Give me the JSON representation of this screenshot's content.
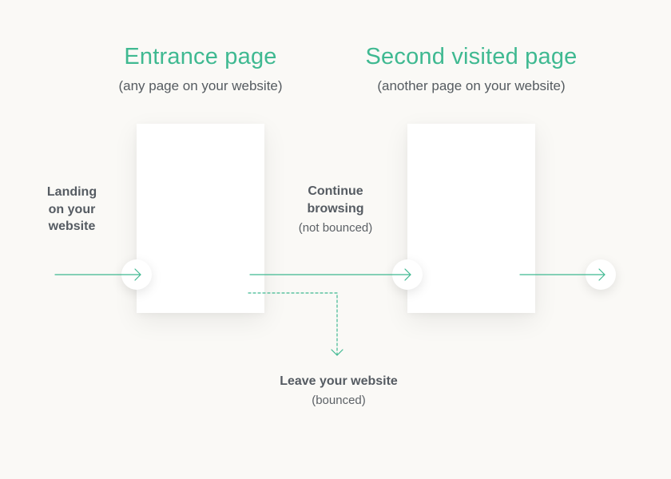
{
  "entrance": {
    "title": "Entrance page",
    "subtitle": "(any page on your website)"
  },
  "second": {
    "title": "Second visited page",
    "subtitle": "(another page on your website)"
  },
  "landing": {
    "line1": "Landing",
    "line2": "on your",
    "line3": "website"
  },
  "continue": {
    "line1": "Continue",
    "line2": "browsing",
    "note": "(not bounced)"
  },
  "leave": {
    "title": "Leave your website",
    "note": "(bounced)"
  },
  "colors": {
    "accent": "#3fb991",
    "text": "#555b62",
    "background": "#faf9f6"
  }
}
